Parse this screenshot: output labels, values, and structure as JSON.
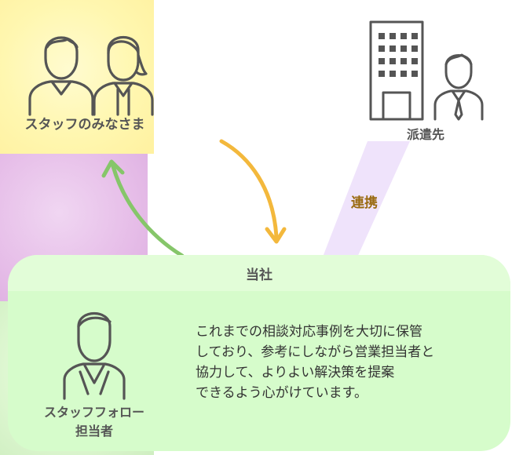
{
  "staff": {
    "label": "スタッフのみなさま"
  },
  "client": {
    "label": "派遣先"
  },
  "link": {
    "label": "連携"
  },
  "company": {
    "title": "当社",
    "follow_label_line1": "スタッフフォロー",
    "follow_label_line2": "担当者",
    "description": [
      "これまでの相談対応事例を大切に保管",
      "しており、参考にしながら営業担当者と",
      "協力して、よりよい解決策を提案",
      "できるよう心がけています。"
    ]
  },
  "colors": {
    "staff_circle": "#fff7b0",
    "client_circle": "#e6bde8",
    "company_box": "#d6fccb",
    "arrow_orange": "#f3b83c",
    "arrow_green": "#86c66a",
    "link_text": "#9a6b12"
  }
}
